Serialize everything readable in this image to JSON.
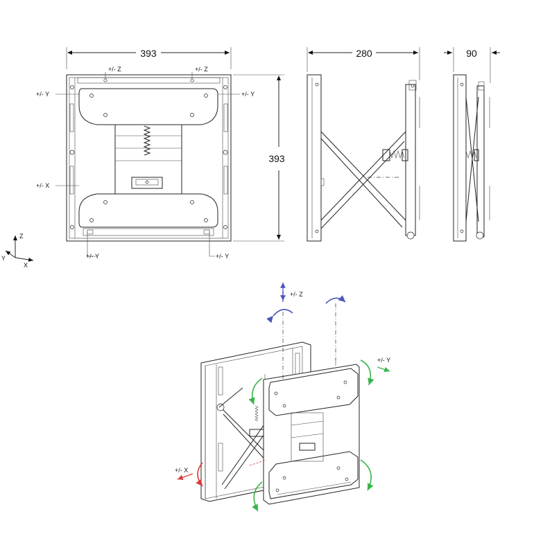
{
  "front_view": {
    "width_dim": "393",
    "height_dim": "393",
    "labels": {
      "z_left": "+/- Z",
      "z_right": "+/- Z",
      "y_top_left": "+/- Y",
      "y_top_right": "+/- Y",
      "x_left": "+/- X",
      "y_bottom_left": "+/- Y",
      "y_bottom_right": "+/- Y"
    }
  },
  "side_view": {
    "width_dim": "280"
  },
  "compact_view": {
    "width_dim": "90"
  },
  "axes": {
    "z": "Z",
    "y": "Y",
    "x": "X"
  },
  "iso_view": {
    "labels": {
      "z": "+/- Z",
      "y": "+/- Y",
      "x": "+/- X"
    },
    "colors": {
      "z": "#4a56b8",
      "y": "#38b54a",
      "x": "#d93a3a"
    }
  }
}
